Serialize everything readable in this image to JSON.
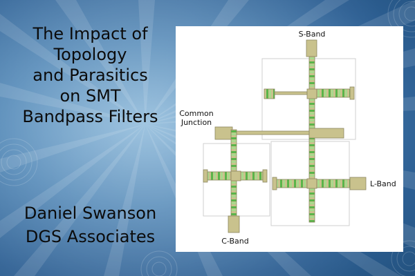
{
  "slide": {
    "title_lines": [
      "The Impact of",
      "Topology",
      "and Parasitics",
      "on SMT",
      "Bandpass Filters"
    ],
    "author_lines": [
      "Daniel Swanson",
      "DGS Associates"
    ]
  },
  "figure": {
    "labels": {
      "s_band": "S-Band",
      "common_junction_line1": "Common",
      "common_junction_line2": "Junction",
      "l_band": "L-Band",
      "c_band": "C-Band"
    }
  },
  "colors": {
    "background": "#4f86b6",
    "trace": "#c9c28d",
    "trace_border": "#8c8660",
    "component_green": "#59b54a",
    "component_light": "#a9d98c",
    "box_outline": "#cfcfcf"
  }
}
